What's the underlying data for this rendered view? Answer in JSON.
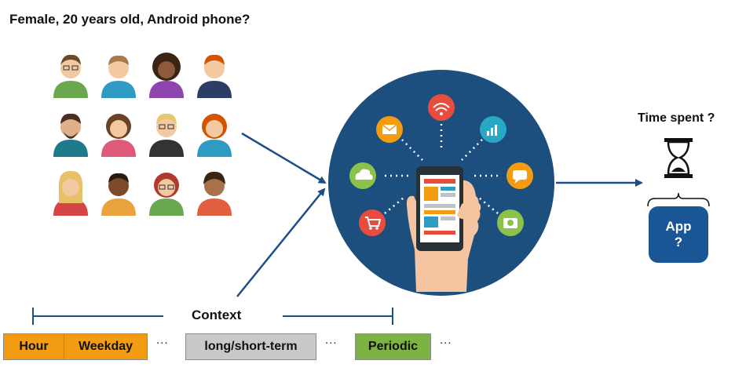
{
  "heading": "Female, 20 years old, Android phone?",
  "time_spent_label": "Time spent ?",
  "app_box": {
    "line1": "App",
    "line2": "?"
  },
  "context_label": "Context",
  "features": [
    {
      "label": "Hour",
      "color": "#f39c12"
    },
    {
      "label": "Weekday",
      "color": "#f39c12"
    },
    {
      "label": "long/short-term",
      "color": "#c9c9c9"
    },
    {
      "label": "Periodic",
      "color": "#7cb342"
    }
  ],
  "ellipsis": "...",
  "colors": {
    "arrow": "#1c4f86",
    "circle": "#1d4f7e",
    "app_box": "#1a5595"
  },
  "icons": {
    "people": [
      "person-avatar",
      "person-avatar",
      "person-avatar",
      "person-avatar",
      "person-avatar",
      "person-avatar",
      "person-avatar",
      "person-avatar",
      "person-avatar",
      "person-avatar",
      "person-avatar",
      "person-avatar"
    ],
    "apps": [
      "wifi-icon",
      "mail-icon",
      "bar-chart-icon",
      "cloud-icon",
      "chat-icon",
      "shopping-cart-icon",
      "camera-icon"
    ],
    "timer": "hourglass-icon"
  }
}
